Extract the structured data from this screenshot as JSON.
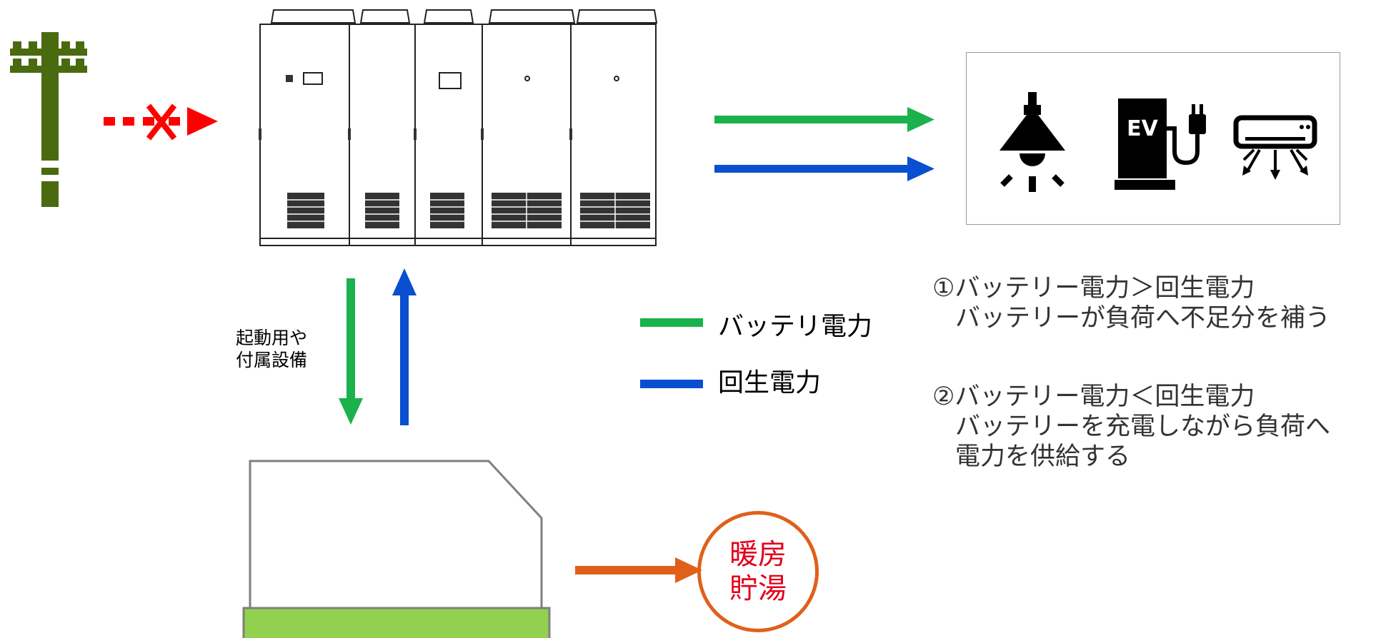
{
  "labels": {
    "auxiliary_line1": "起動用や",
    "auxiliary_line2": "付属設備",
    "heating_line1": "暖房",
    "heating_line2": "貯湯"
  },
  "legend": {
    "battery": "バッテリ電力",
    "regen": "回生電力"
  },
  "descriptions": {
    "case1_title": "①バッテリー電力＞回生電力",
    "case1_line1": "バッテリーが負荷へ不足分を補う",
    "case2_title": "②バッテリー電力＜回生電力",
    "case2_line1": "バッテリーを充電しながら負荷へ",
    "case2_line2": "電力を供給する"
  },
  "load_icons": {
    "ev_text": "EV",
    "icons": [
      "ceiling-light-icon",
      "ev-charger-icon",
      "air-conditioner-icon"
    ]
  },
  "icons": [
    "utility-pole-icon",
    "blocked-arrow-icon",
    "power-cabinet-icon",
    "generator-unit-icon"
  ],
  "colors": {
    "battery": "#1bb14c",
    "regen": "#0a4fcf",
    "heat": "#e0601a",
    "blocked": "#ff0000",
    "pole": "#4a6a10",
    "heating_text": "#e3001b",
    "unit_base": "#92d050"
  }
}
